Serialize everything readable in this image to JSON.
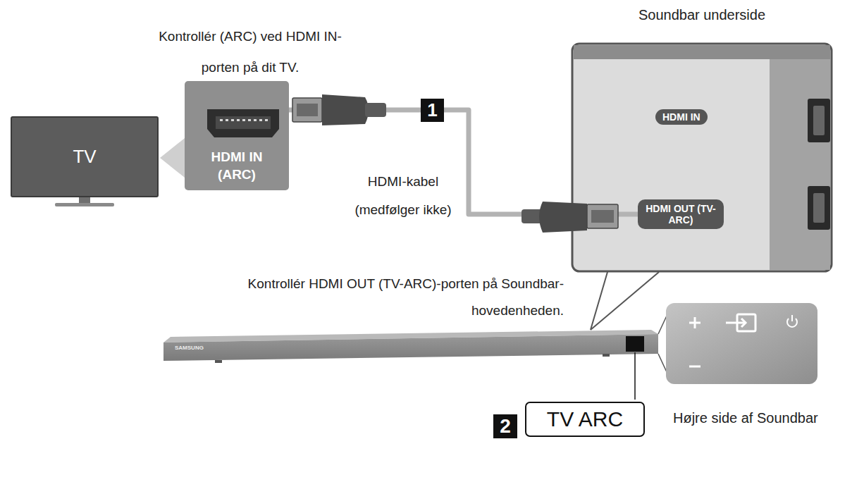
{
  "diagram": {
    "nodes": [
      {
        "text": [
          "TV"
        ]
      },
      {
        "text": [
          "HDMI IN (ARC)"
        ]
      },
      {
        "text": [
          "Soundbar underside"
        ]
      },
      {
        "text": [
          "HDMI IN"
        ],
        "in": 2
      },
      {
        "text": [
          "HDMI OUT (TV-ARC)"
        ],
        "in": 2
      },
      {
        "text": [
          "TV ARC"
        ]
      }
    ],
    "edges": [
      {
        "from": 1,
        "to": 4,
        "arrow": "none"
      }
    ],
    "labels": [
      "Kontrollér (ARC) ved HDMI IN-porten på dit TV.",
      "1",
      "HDMI-kabel (medfølger ikke)",
      "Kontrollér HDMI OUT (TV-ARC)-porten på Soundbar- hovedenheden.",
      "SAMSUNG",
      "2",
      "Højre side af Soundbar"
    ]
  }
}
